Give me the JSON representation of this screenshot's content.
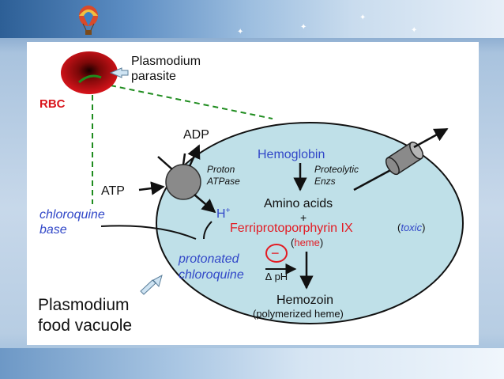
{
  "labels": {
    "plasmodium_parasite_1": "Plasmodium",
    "plasmodium_parasite_2": "parasite",
    "rbc": "RBC",
    "adp": "ADP",
    "atp": "ATP",
    "proton_1": "Proton",
    "proton_2": "ATPase",
    "hemoglobin": "Hemoglobin",
    "proteolytic_1": "Proteolytic",
    "proteolytic_2": "Enzs",
    "amino_acids": "Amino acids",
    "plus": "+",
    "h_plus": "H",
    "h_plus_sup": "+",
    "ferri": "Ferriprotoporphyrin IX",
    "toxic_open": "(",
    "toxic": "toxic",
    "toxic_close": ")",
    "heme_open": "(",
    "heme": "heme",
    "heme_close": ")",
    "chloroquine_base_1": "chloroquine",
    "chloroquine_base_2": "base",
    "protonated_1": "protonated",
    "protonated_2": "chloroquine",
    "delta_ph": "∆ pH",
    "minus": "−",
    "hemozoin": "Hemozoin",
    "polymerized": "(polymerized heme)",
    "food_vacuole_1": "Plasmodium",
    "food_vacuole_2": "food vacuole"
  },
  "colors": {
    "vacuole_fill": "#bfe0e8",
    "rbc_red": "#d9141b",
    "label_blue": "#3248c8",
    "label_red": "#e31b23",
    "dash_green": "#1e8c1e",
    "atpase_gray": "#8a8a8a"
  }
}
